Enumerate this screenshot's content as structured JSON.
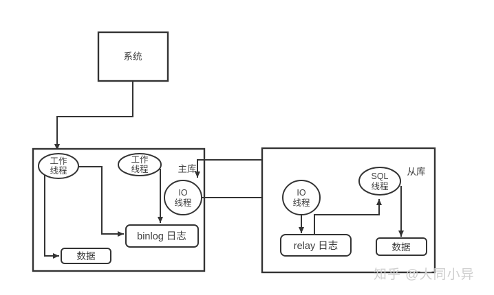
{
  "colors": {
    "stroke": "#333333",
    "text": "#3d3d3d",
    "watermark": "#cfcfcf",
    "background": "#ffffff"
  },
  "system_box": {
    "label": "系统"
  },
  "master_box": {
    "region_label": "主库",
    "worker1": [
      "工作",
      "线程"
    ],
    "worker2": [
      "工作",
      "线程"
    ],
    "io_thread": [
      "IO",
      "线程"
    ],
    "binlog_label": "binlog 日志",
    "data_label": "数据"
  },
  "slave_box": {
    "region_label": "从库",
    "io_thread": [
      "IO",
      "线程"
    ],
    "sql_thread": [
      "SQL",
      "线程"
    ],
    "relay_label": "relay 日志",
    "data_label": "数据"
  },
  "watermark": "知乎 @大同小异"
}
